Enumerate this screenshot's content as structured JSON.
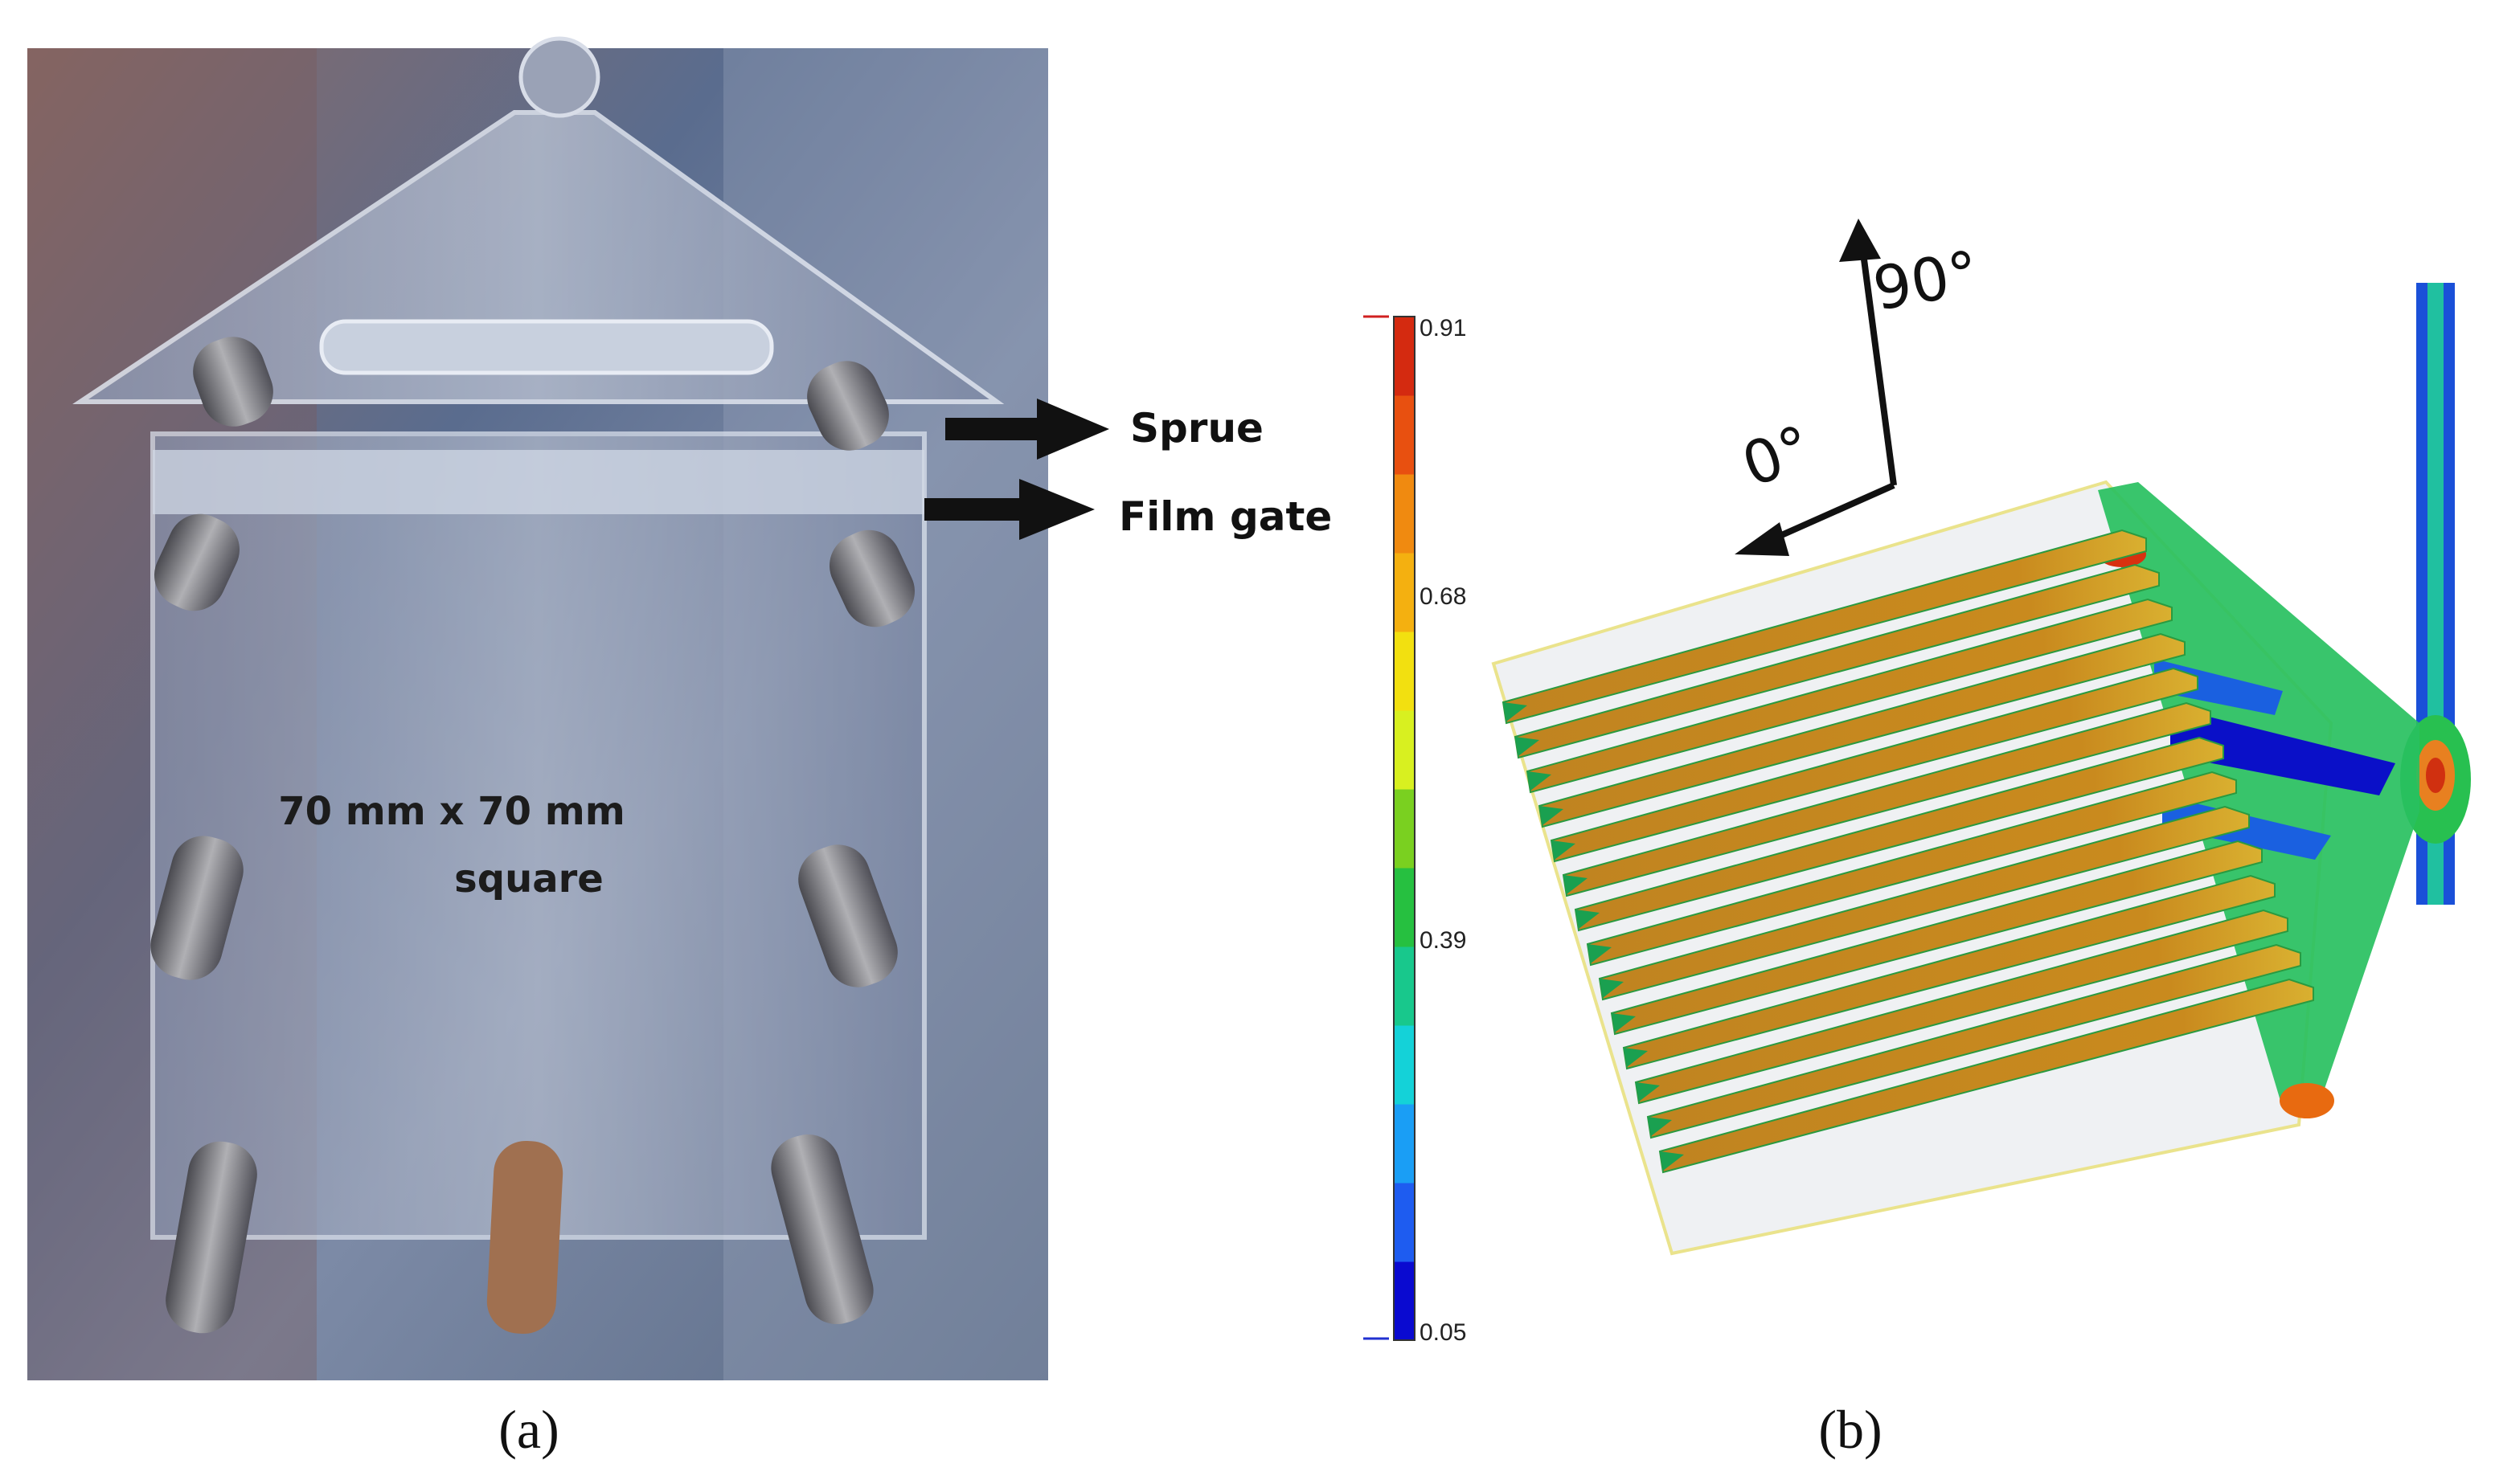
{
  "panel_a": {
    "caption": "(a)",
    "sprue_label": "Sprue",
    "film_gate_label": "Film gate",
    "dimension_line1": "70 mm  x  70 mm",
    "dimension_line2": "square"
  },
  "panel_b": {
    "caption": "(b)",
    "angle_90": "90°",
    "angle_0": "0°",
    "colorbar": {
      "ticks": [
        "0.91",
        "0.68",
        "0.39",
        "0.05"
      ],
      "colors": [
        "#0a0ad0",
        "#1e5cf0",
        "#1a9ef5",
        "#14d2d8",
        "#18c88c",
        "#26c040",
        "#7ad020",
        "#d8f020",
        "#f2e010",
        "#f4b010",
        "#f08a10",
        "#e85010",
        "#d42a10"
      ]
    },
    "strip_color": "#c98a1e",
    "strip_count": 14
  }
}
